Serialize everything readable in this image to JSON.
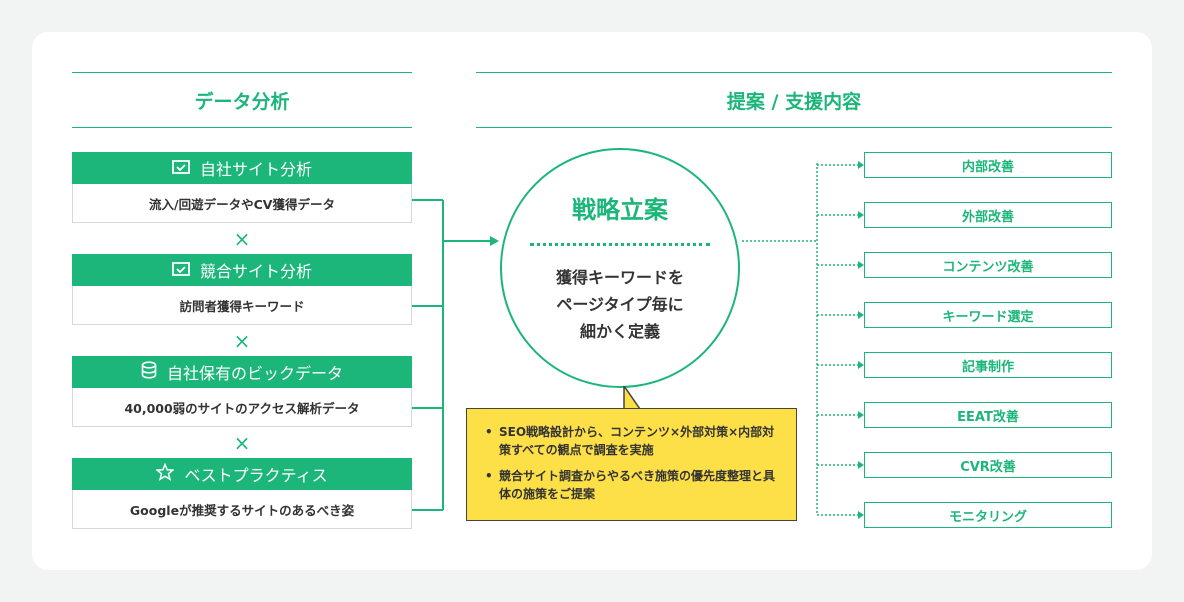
{
  "sections": {
    "left_title": "データ分析",
    "right_title": "提案 / 支援内容"
  },
  "sources": [
    {
      "title": "自社サイト分析",
      "icon": "checkbox-icon",
      "desc": "流入/回遊データやCV獲得データ"
    },
    {
      "title": "競合サイト分析",
      "icon": "checkbox-icon",
      "desc": "訪問者獲得キーワード"
    },
    {
      "title": "自社保有のビックデータ",
      "icon": "database-icon",
      "desc": "40,000弱のサイトのアクセス解析データ"
    },
    {
      "title": "ベストプラクティス",
      "icon": "star-icon",
      "desc": "Googleが推奨するサイトのあるべき姿"
    }
  ],
  "times": "×",
  "strategy": {
    "title": "戦略立案",
    "lines": [
      "獲得キーワードを",
      "ページタイプ毎に",
      "細かく定義"
    ]
  },
  "notes": [
    "SEO戦略設計から、コンテンツ×外部対策×内部対策すべての観点で調査を実施",
    "競合サイト調査からやるべき施策の優先度整理と具体の施策をご提案"
  ],
  "outputs": [
    "内部改善",
    "外部改善",
    "コンテンツ改善",
    "キーワード選定",
    "記事制作",
    "EEAT改善",
    "CVR改善",
    "モニタリング"
  ],
  "colors": {
    "accent": "#1db67a",
    "note": "#fde047"
  }
}
